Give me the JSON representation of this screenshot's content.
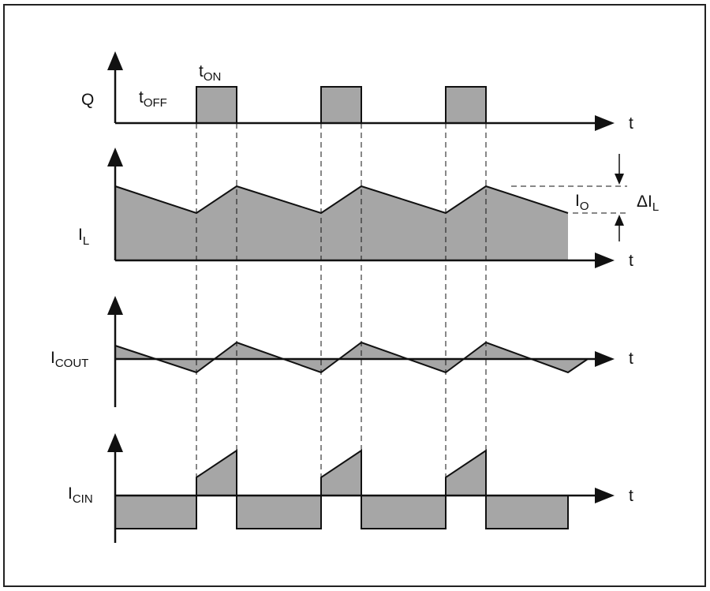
{
  "labels": {
    "q": "Q",
    "t_on_main": "t",
    "t_on_sub": "ON",
    "t_off_main": "t",
    "t_off_sub": "OFF",
    "i_l_main": "I",
    "i_l_sub": "L",
    "i_cout_main": "I",
    "i_cout_sub": "COUT",
    "i_cin_main": "I",
    "i_cin_sub": "CIN",
    "i_o_main": "I",
    "i_o_sub": "O",
    "delta_il_main": "ΔI",
    "delta_il_sub": "L",
    "time_axis": "t"
  },
  "colors": {
    "fill": "#a6a6a6",
    "stroke": "#111111",
    "border": "#222222"
  },
  "waveforms": [
    "Q",
    "IL",
    "ICOUT",
    "ICIN"
  ]
}
